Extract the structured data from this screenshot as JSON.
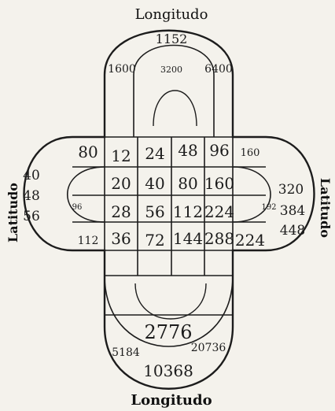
{
  "labels": {
    "top": "Longitudo",
    "bottom": "Longitudo",
    "left": "Latitudo",
    "right": "Latitudo"
  },
  "grid": {
    "rows": [
      [
        "80",
        "12",
        "24",
        "48",
        "96",
        "160"
      ],
      [
        "20",
        "40",
        "80",
        "160"
      ],
      [
        "28",
        "56",
        "112",
        "224"
      ],
      [
        "112",
        "36",
        "72",
        "144",
        "288",
        "224"
      ]
    ]
  },
  "top_lobe": {
    "apex": "1152",
    "left": "1600",
    "center": "3200",
    "right": "6400"
  },
  "bottom_lobe": {
    "center": "2776",
    "left": "5184",
    "right": "20736",
    "bottom": "10368"
  },
  "left_lobe": {
    "col": [
      "40",
      "48",
      "56"
    ],
    "inner": "96"
  },
  "right_lobe": {
    "col": [
      "320",
      "384",
      "448"
    ],
    "inner": "192"
  },
  "ink_color": "#1c1c1c",
  "paper_color": "#f4f2ec"
}
